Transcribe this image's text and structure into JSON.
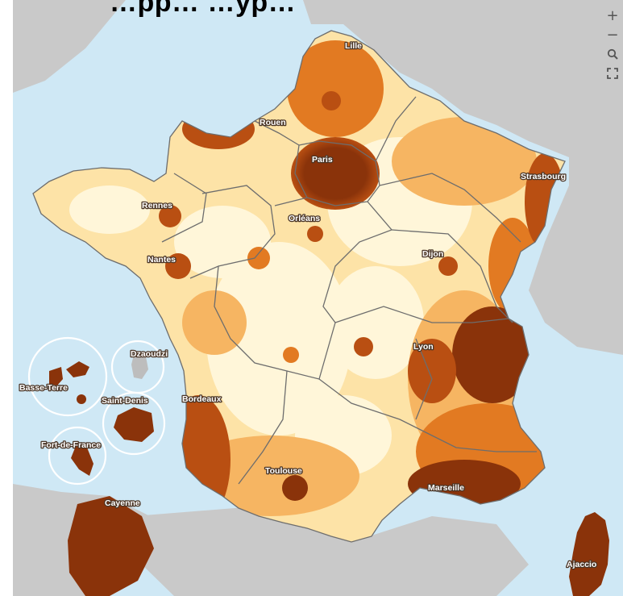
{
  "title": "…pp…          …yp…",
  "colors": {
    "sea": "#cfe8f5",
    "foreign_land": "#c9c9c9",
    "class_1": "#fff6d9",
    "class_2": "#fde3a7",
    "class_3": "#f6b562",
    "class_4": "#e27a22",
    "class_5": "#b94f12",
    "class_6": "#8a330a",
    "region_border": "#6d6d6d"
  },
  "controls": {
    "zoom_in_label": "+",
    "zoom_out_label": "−",
    "search_icon": "search-icon",
    "fullscreen_icon": "fullscreen-icon"
  },
  "cities": {
    "lille": "Lille",
    "rouen": "Rouen",
    "paris": "Paris",
    "strasbourg": "Strasbourg",
    "rennes": "Rennes",
    "orleans": "Orléans",
    "nantes": "Nantes",
    "dijon": "Dijon",
    "lyon": "Lyon",
    "bordeaux": "Bordeaux",
    "toulouse": "Toulouse",
    "marseille": "Marseille",
    "ajaccio": "Ajaccio",
    "dzaoudzi": "Dzaoudzi",
    "basse_terre": "Basse-Terre",
    "saint_denis": "Saint-Denis",
    "fort_de_france": "Fort-de-France",
    "cayenne": "Cayenne"
  }
}
